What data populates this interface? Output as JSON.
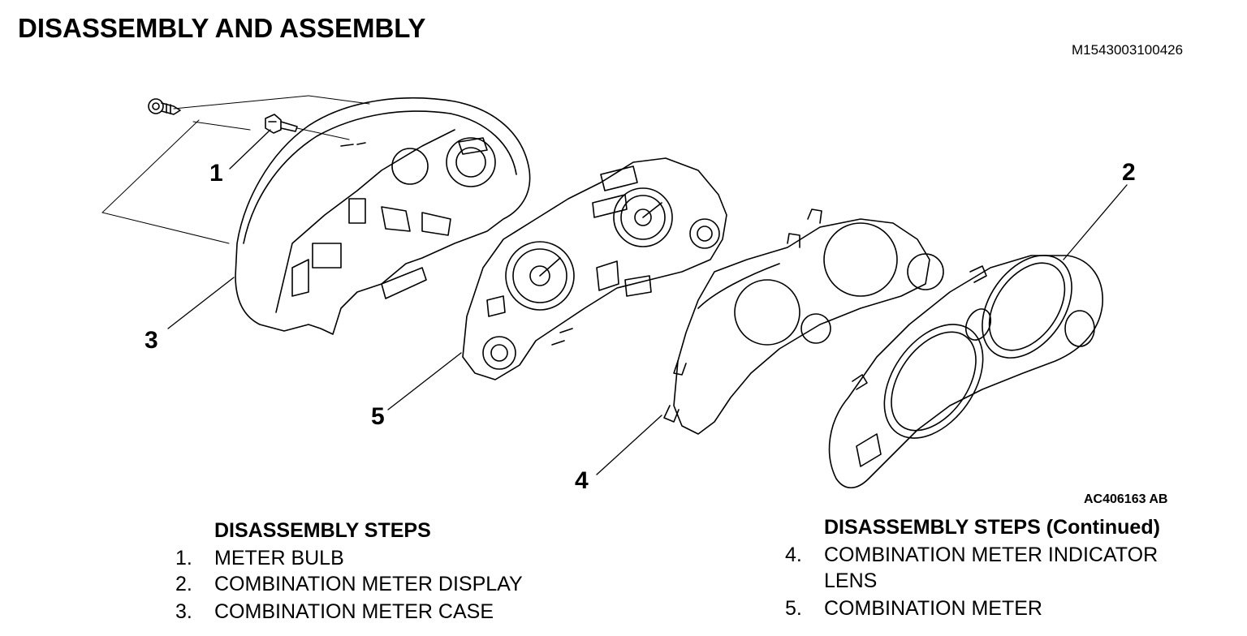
{
  "header": {
    "title": "DISASSEMBLY AND ASSEMBLY",
    "document_id": "M1543003100426"
  },
  "figure": {
    "figure_id": "AC406163 AB",
    "callouts": [
      "1",
      "2",
      "3",
      "4",
      "5"
    ]
  },
  "steps_left": {
    "heading": "DISASSEMBLY STEPS",
    "items": [
      {
        "num": "1.",
        "text": "METER BULB"
      },
      {
        "num": "2.",
        "text": "COMBINATION METER DISPLAY"
      },
      {
        "num": "3.",
        "text": "COMBINATION METER CASE"
      }
    ]
  },
  "steps_right": {
    "heading": "DISASSEMBLY STEPS (Continued)",
    "items": [
      {
        "num": "4.",
        "text": "COMBINATION METER INDICATOR",
        "text2": "LENS"
      },
      {
        "num": "5.",
        "text": "COMBINATION METER"
      }
    ]
  }
}
